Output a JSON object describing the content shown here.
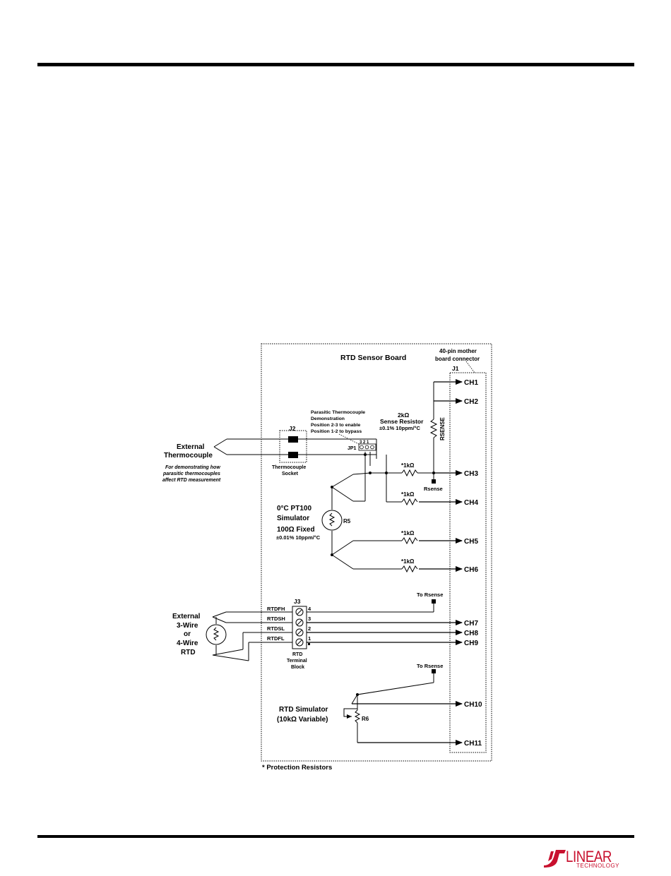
{
  "board_title": "RTD Sensor Board",
  "connector": {
    "label": "40-pin mother board connector",
    "line1": "40-pin mother",
    "line2": "board connector",
    "ref": "J1"
  },
  "channels": [
    "CH1",
    "CH2",
    "CH3",
    "CH4",
    "CH5",
    "CH6",
    "CH7",
    "CH8",
    "CH9",
    "CH10",
    "CH11"
  ],
  "sense_resistor": {
    "value": "2kΩ",
    "name": "Sense Resistor",
    "spec": "±0.1% 10ppm/°C",
    "net": "RSENSE",
    "node": "Rsense"
  },
  "parasitic_note": [
    "Parasitic Thermocouple",
    "Demonstration",
    "Position 2-3 to enable",
    "Position 1-2 to bypass"
  ],
  "jumper": {
    "ref": "JP1",
    "pins": "3 2 1"
  },
  "thermocouple": {
    "title_line1": "External",
    "title_line2": "Thermocouple",
    "note_line1": "For demonstrating how",
    "note_line2": "parasitic thermocouples",
    "note_line3": "affect RTD measurement",
    "socket_ref": "J2",
    "socket_line1": "Thermocouple",
    "socket_line2": "Socket"
  },
  "protection_resistor": "*1kΩ",
  "pt100": {
    "line1": "0°C  PT100",
    "line2": "Simulator",
    "line3": "100Ω  Fixed",
    "spec": "±0.01% 10ppm/°C",
    "ref": "R5"
  },
  "terminal_block": {
    "ref": "J3",
    "signals": [
      "RTDFH",
      "RTDSH",
      "RTDSL",
      "RTDFL"
    ],
    "pins": [
      "4",
      "3",
      "2",
      "1"
    ],
    "line1": "RTD",
    "line2": "Terminal",
    "line3": "Block"
  },
  "ext_rtd": {
    "line1": "External",
    "line2": "3-Wire",
    "line3": "or",
    "line4": "4-Wire",
    "line5": "RTD"
  },
  "to_rsense": "To Rsense",
  "rtd_sim": {
    "line1": "RTD Simulator",
    "line2": "(10kΩ Variable)",
    "ref": "R6"
  },
  "footnote": "* Protection Resistors",
  "logo": {
    "word": "LINEAR",
    "sub": "TECHNOLOGY",
    "color": "#c8102e"
  }
}
